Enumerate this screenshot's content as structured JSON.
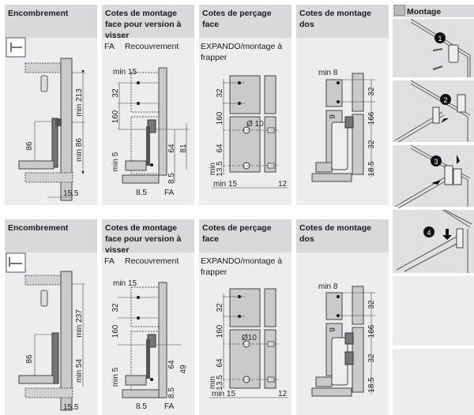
{
  "rows": [
    {
      "columns": [
        {
          "title": "Encombrement",
          "subtitle": "",
          "dims": {
            "min_top": "min 213",
            "height": "86",
            "min_bottom": "min 86",
            "offset": "15.5"
          }
        },
        {
          "title": "Cotes de montage face pour version à visser",
          "subtitle_left": "FA",
          "subtitle_right": "Recouvrement",
          "dims": {
            "min15": "min 15",
            "d32": "32",
            "d160": "160",
            "min5": "min 5",
            "d64": "64",
            "d81": "81",
            "d85v": "8.5",
            "d85h": "8.5",
            "fa": "FA"
          }
        },
        {
          "title": "Cotes de perçage face",
          "subtitle": "EXPANDO/montage à frapper",
          "dims": {
            "d32": "32",
            "d160": "160",
            "dia": "Ø 10",
            "d64": "64",
            "min": "min",
            "d135": "13.5",
            "min15": "min 15",
            "d12": "12"
          }
        },
        {
          "title": "Cotes de montage dos",
          "subtitle": "",
          "dims": {
            "min8": "min 8",
            "d9": "9",
            "d32a": "32",
            "d166": "166",
            "d32b": "32",
            "d185": "18.5"
          }
        }
      ]
    },
    {
      "columns": [
        {
          "title": "Encombrement",
          "subtitle": "",
          "dims": {
            "min_top": "min 237",
            "height": "86",
            "min_bottom": "min 54",
            "offset": "15.5"
          }
        },
        {
          "title": "Cotes de montage face pour version à visser",
          "subtitle_left": "FA",
          "subtitle_right": "Recouvrement",
          "dims": {
            "min15": "min 15",
            "d32": "32",
            "d160": "160",
            "min5": "min 5",
            "d64": "64",
            "d81": "49",
            "d85v": "8.5",
            "d85h": "8.5",
            "fa": "FA"
          }
        },
        {
          "title": "Cotes de perçage face",
          "subtitle": "EXPANDO/montage à frapper",
          "dims": {
            "d32": "32",
            "d160": "160",
            "dia": "Ø10",
            "d64": "64",
            "min": "min",
            "d135": "13.5",
            "min15": "min 15",
            "d12": "12"
          }
        },
        {
          "title": "Cotes de montage dos",
          "subtitle": "",
          "dims": {
            "min8": "min 8",
            "d9": "9",
            "d32a": "32",
            "d166": "166",
            "d32b": "32",
            "d185": "18.5"
          }
        }
      ]
    }
  ],
  "montage": {
    "title": "Montage",
    "steps": [
      {
        "number": "1",
        "icon": "screw-mount-icon"
      },
      {
        "number": "2",
        "icon": "insert-drawer-icon"
      },
      {
        "number": "3",
        "icon": "press-clip-icon"
      },
      {
        "number": "4",
        "icon": "lock-drawer-icon"
      }
    ]
  },
  "colors": {
    "header_bg": "#d8d9db",
    "panel_bg": "#ecedef",
    "panel_fill": "#c9cacc",
    "line": "#333333"
  }
}
